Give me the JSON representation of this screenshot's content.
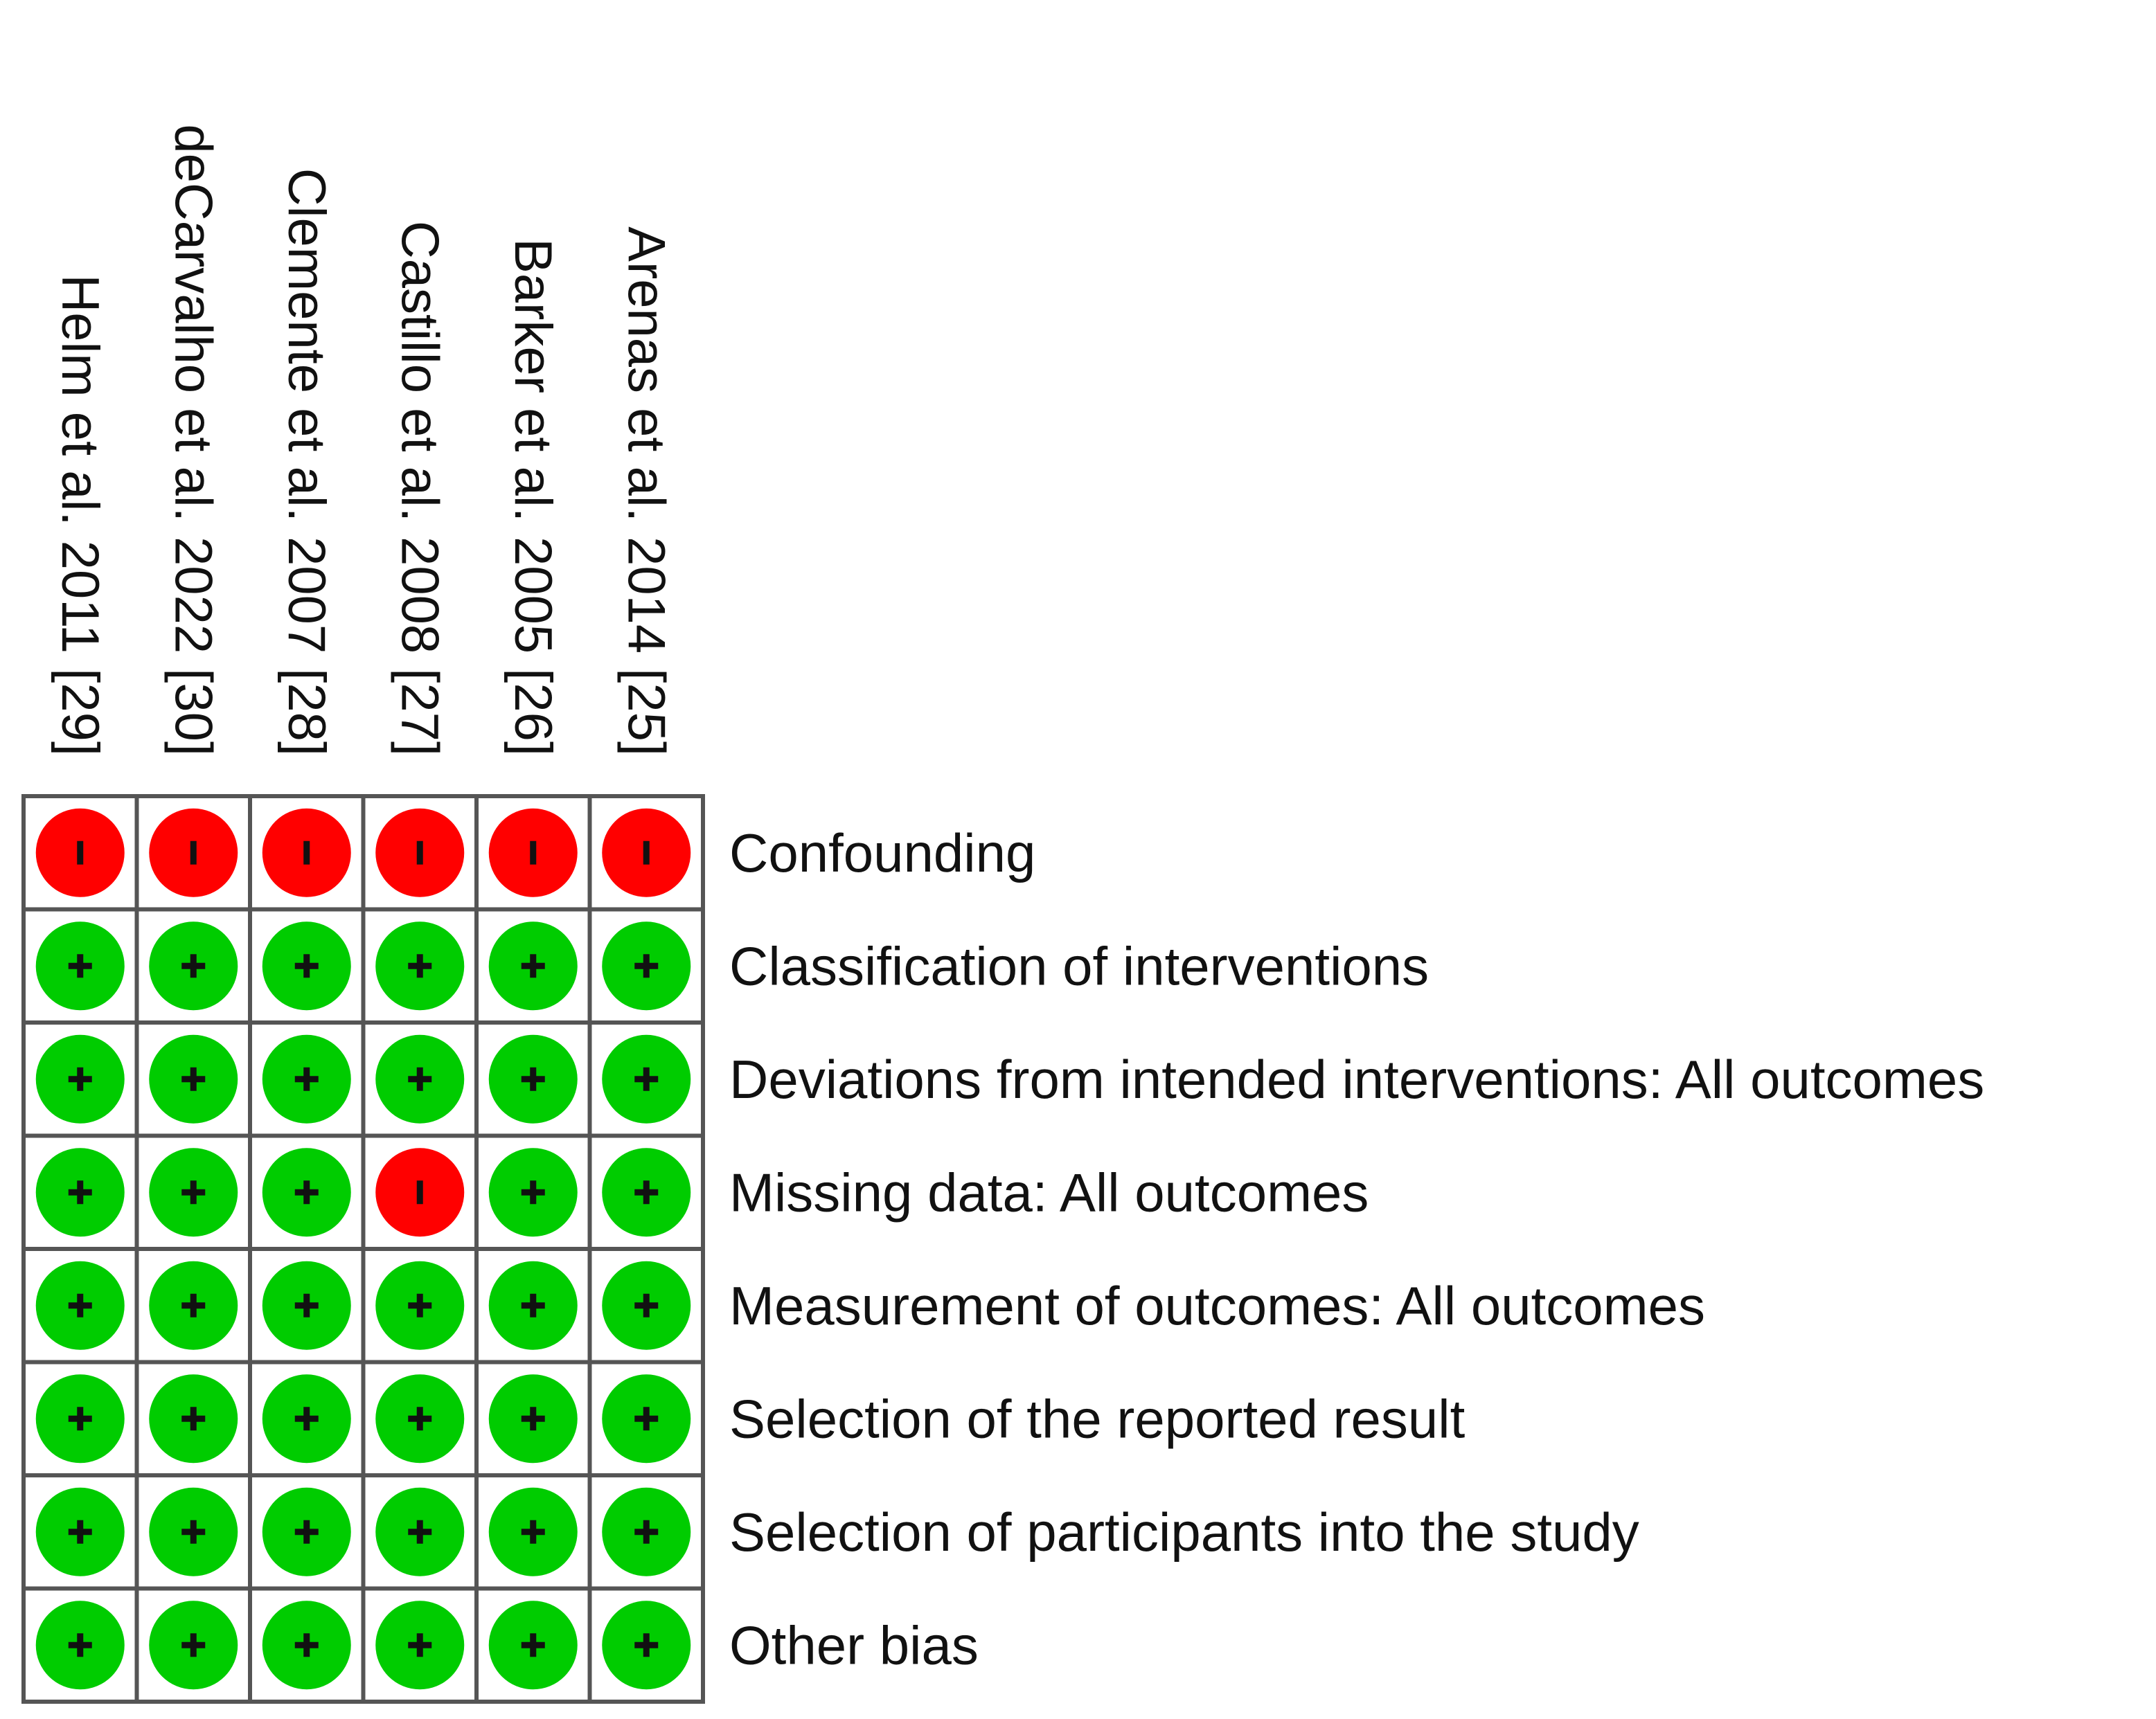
{
  "chart_data": {
    "type": "heatmap",
    "title": "",
    "studies": [
      "Helm et al. 2011 [29]",
      "deCarvalho et al. 2022 [30]",
      "Clemente et al. 2007 [28]",
      "Castillo et al. 2008 [27]",
      "Barker et al. 2005 [26]",
      "Arenas et al. 2014 [25]"
    ],
    "domains": [
      "Confounding",
      "Classification of interventions",
      "Deviations from intended interventions: All outcomes",
      "Missing data: All outcomes",
      "Measurement of outcomes: All outcomes",
      "Selection of the reported result",
      "Selection of participants into the study",
      "Other bias"
    ],
    "judgements": [
      [
        "high",
        "high",
        "high",
        "high",
        "high",
        "high"
      ],
      [
        "low",
        "low",
        "low",
        "low",
        "low",
        "low"
      ],
      [
        "low",
        "low",
        "low",
        "low",
        "low",
        "low"
      ],
      [
        "low",
        "low",
        "low",
        "high",
        "low",
        "low"
      ],
      [
        "low",
        "low",
        "low",
        "low",
        "low",
        "low"
      ],
      [
        "low",
        "low",
        "low",
        "low",
        "low",
        "low"
      ],
      [
        "low",
        "low",
        "low",
        "low",
        "low",
        "low"
      ],
      [
        "low",
        "low",
        "low",
        "low",
        "low",
        "low"
      ]
    ],
    "legend": {
      "low": {
        "symbol": "+",
        "color": "#00cc00"
      },
      "high": {
        "symbol": "-",
        "color": "#ff0000"
      }
    },
    "grid": true
  }
}
